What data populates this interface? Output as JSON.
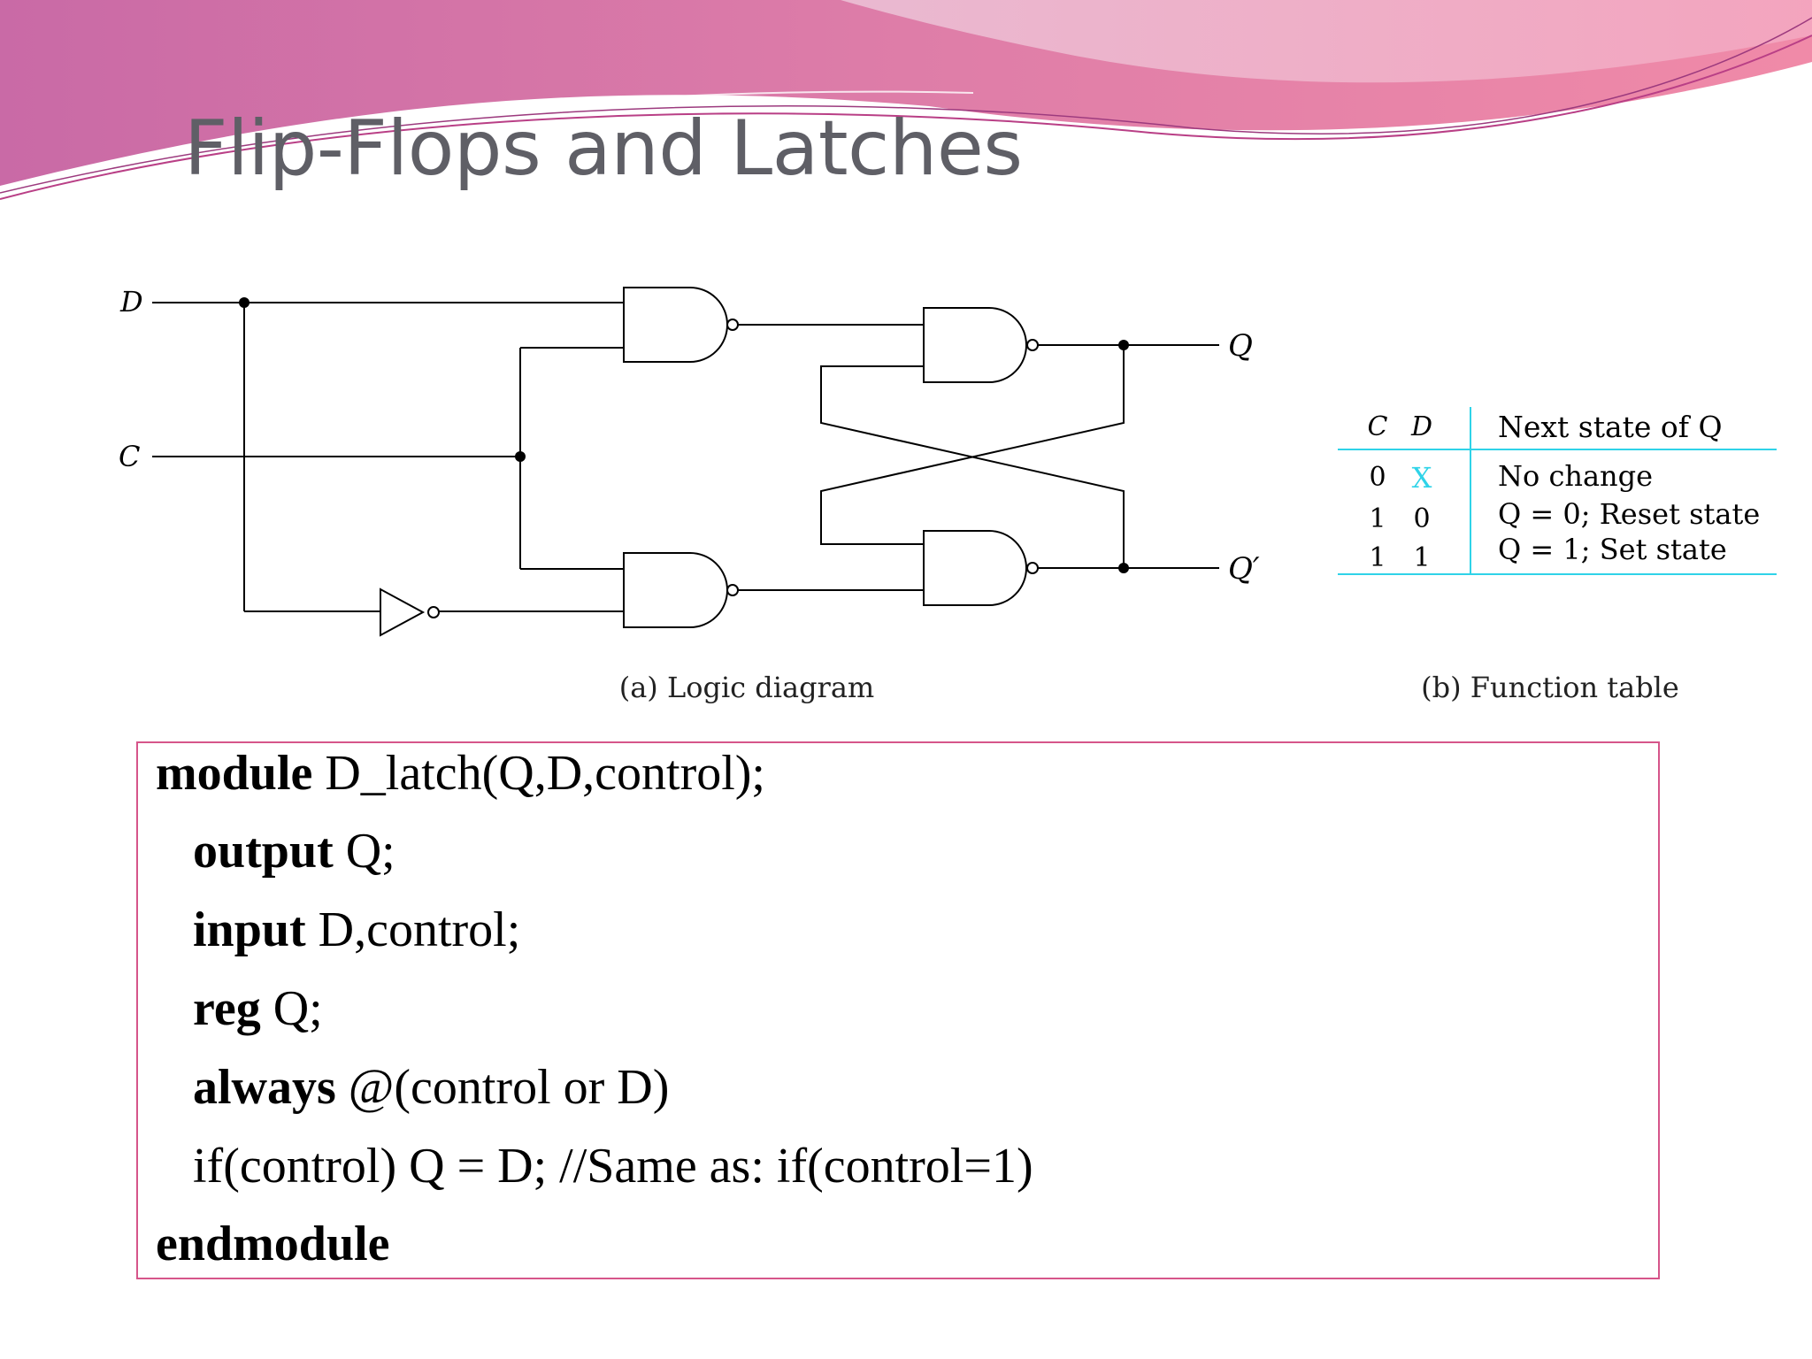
{
  "slide": {
    "title": "Flip-Flops and Latches"
  },
  "diagram": {
    "inputs": [
      "D",
      "C"
    ],
    "outputs": [
      "Q",
      "Q′"
    ],
    "caption": "(a) Logic diagram"
  },
  "function_table": {
    "headers": [
      "C",
      "D",
      "Next state of Q"
    ],
    "rows": [
      {
        "c": "0",
        "d": "X",
        "next": "No change"
      },
      {
        "c": "1",
        "d": "0",
        "next": "Q = 0; Reset state"
      },
      {
        "c": "1",
        "d": "1",
        "next": "Q = 1; Set state"
      }
    ],
    "caption": "(b) Function table",
    "accent_color": "#2fd3e8"
  },
  "code": {
    "lines": [
      {
        "kw": "module",
        "rest": " D_latch(Q,D,control);"
      },
      {
        "kw": "output",
        "rest": " Q;"
      },
      {
        "kw": "input",
        "rest": " D,control;"
      },
      {
        "kw": "reg",
        "rest": " Q;"
      },
      {
        "kw": "always",
        "rest": " @(control or D)"
      },
      {
        "kw": "",
        "rest": "if(control) Q = D; //Same as: if(control=1)"
      },
      {
        "kw": "endmodule",
        "rest": ""
      }
    ]
  },
  "colors": {
    "title": "#5f5f66",
    "border": "#d6558a",
    "banner_pink": "#d9659c",
    "banner_light": "#e9b3cf"
  }
}
